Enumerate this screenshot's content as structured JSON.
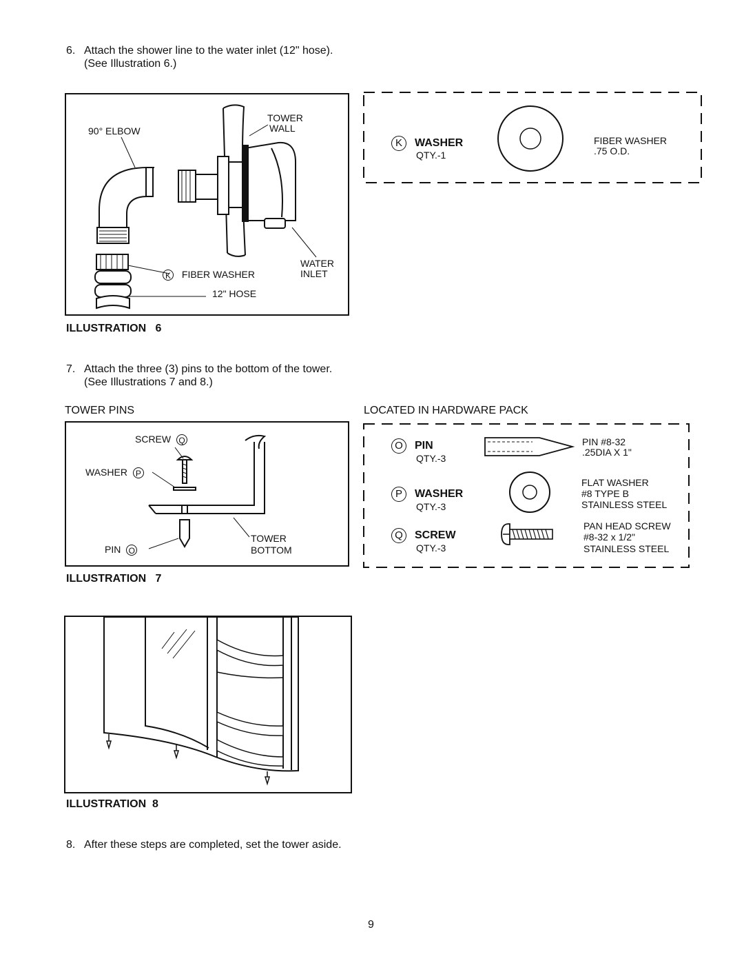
{
  "steps": {
    "s6": {
      "num": "6.",
      "line1": "Attach the shower line to the water inlet (12\" hose).",
      "line2": "(See Illustration 6.)"
    },
    "s7": {
      "num": "7.",
      "line1": "Attach the three (3) pins to the bottom of the tower.",
      "line2": "(See Illustrations 7 and 8.)"
    },
    "s8": {
      "num": "8.",
      "line1": "After these steps are completed, set the tower aside."
    }
  },
  "illustration6": {
    "title": "ILLUSTRATION   6",
    "labels": {
      "elbow": "90° ELBOW",
      "tower_wall_1": "TOWER",
      "tower_wall_2": "WALL",
      "fiber_washer_letter": "K",
      "fiber_washer": "FIBER WASHER",
      "water_inlet_1": "WATER",
      "water_inlet_2": "INLET",
      "hose": "12\" HOSE"
    }
  },
  "washer_box": {
    "letter": "K",
    "name": "WASHER",
    "qty": "QTY.-1",
    "spec1": "FIBER WASHER",
    "spec2": ".75 O.D."
  },
  "illustration7": {
    "section_title": "TOWER PINS",
    "title": "ILLUSTRATION   7",
    "labels": {
      "screw": "SCREW",
      "screw_letter": "Q",
      "washer": "WASHER",
      "washer_letter": "P",
      "pin": "PIN",
      "pin_letter": "O",
      "tower_bottom_1": "TOWER",
      "tower_bottom_2": "BOTTOM"
    }
  },
  "hardware_pack": {
    "title": "LOCATED IN HARDWARE PACK",
    "items": [
      {
        "letter": "O",
        "name": "PIN",
        "qty": "QTY.-3",
        "spec1": "PIN #8-32",
        "spec2": ".25DIA X 1\"",
        "spec3": ""
      },
      {
        "letter": "P",
        "name": "WASHER",
        "qty": "QTY.-3",
        "spec1": "FLAT WASHER",
        "spec2": "#8 TYPE B",
        "spec3": "STAINLESS STEEL"
      },
      {
        "letter": "Q",
        "name": "SCREW",
        "qty": "QTY.-3",
        "spec1": "PAN HEAD SCREW",
        "spec2": "#8-32 x 1/2\"",
        "spec3": "STAINLESS STEEL"
      }
    ]
  },
  "illustration8": {
    "title": "ILLUSTRATION  8"
  },
  "page_number": "9"
}
